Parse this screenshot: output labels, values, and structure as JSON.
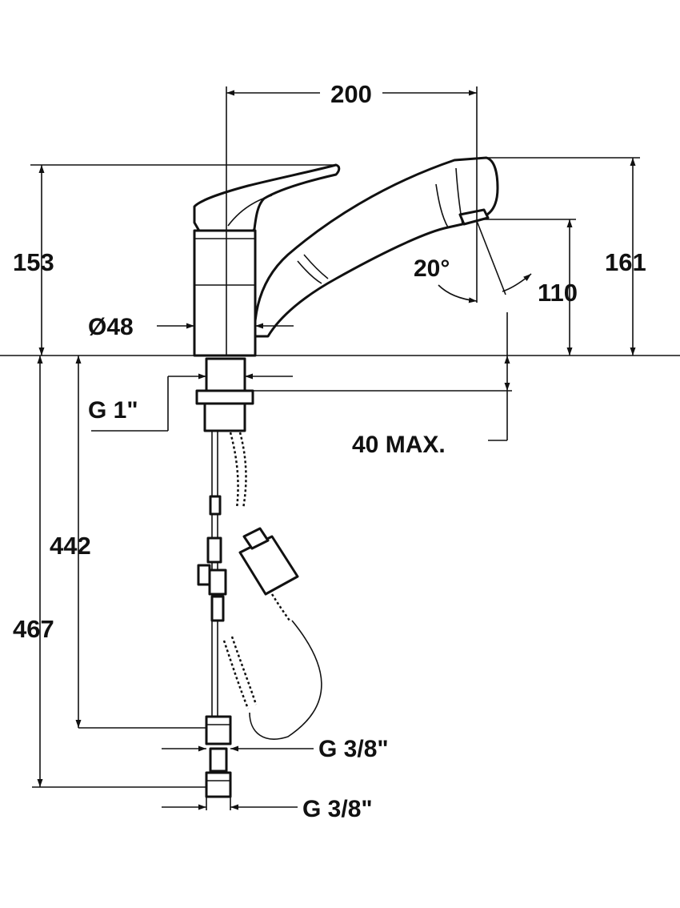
{
  "colors": {
    "ink": "#111111",
    "paper": "#ffffff"
  },
  "dimensions": {
    "spout_reach": "200",
    "body_height": "153",
    "spout_height": "161",
    "outlet_height": "110",
    "swivel_angle": "20°",
    "body_diameter": "Ø48",
    "mount_thread": "G 1\"",
    "max_counter_thickness": "40 MAX.",
    "shank_length": "442",
    "total_hose_length": "467",
    "connection_upper": "G 3/8\"",
    "connection_lower": "G 3/8\""
  }
}
